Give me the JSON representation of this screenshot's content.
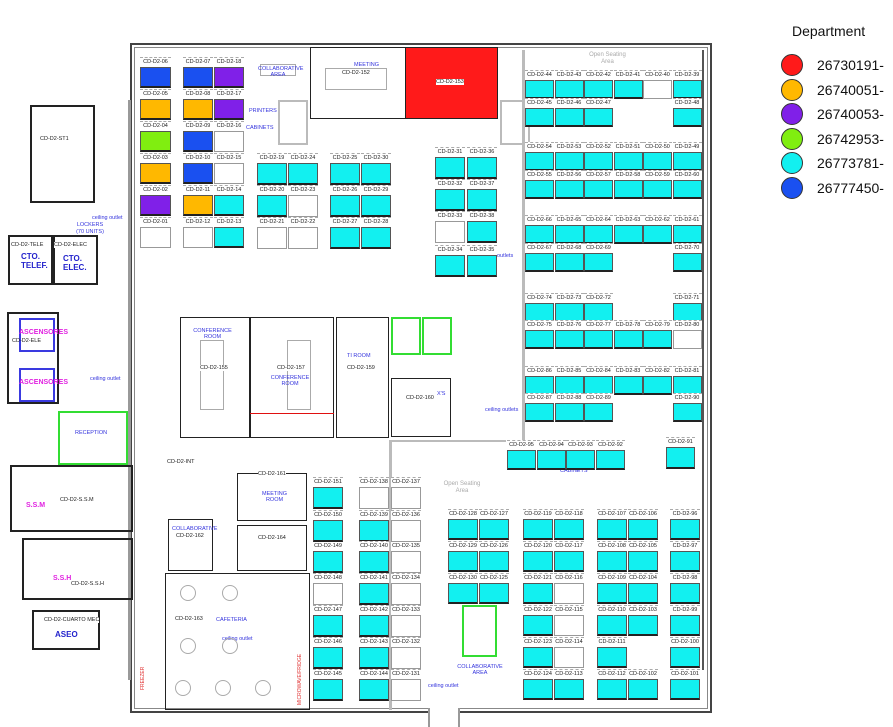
{
  "legend": {
    "title": "Department",
    "items": [
      {
        "code": "26730191-",
        "color": "#ff1a1a"
      },
      {
        "code": "26740051-",
        "color": "#ffb800"
      },
      {
        "code": "26740053-",
        "color": "#8020e8"
      },
      {
        "code": "26742953-",
        "color": "#80ee10"
      },
      {
        "code": "26773781-",
        "color": "#12f0f0"
      },
      {
        "code": "26777450-",
        "color": "#1a50f0"
      }
    ]
  },
  "rooms": {
    "meeting_152": {
      "id": "CD-D2-152",
      "label": "MEETING"
    },
    "room_153": {
      "id": "CD-D2-153",
      "dept": "26730191-"
    },
    "collab_top": "COLLABORATIVE AREA",
    "printers": "PRINTERS",
    "cabinets": "CABINETS",
    "open_seating_top": "Open Seating Area",
    "stair": "CD-D2-ST1",
    "ceiling_outlet": "ceiling outlet",
    "lockers": "LOCKERS (70 UNITS)",
    "tele_id": "CD-D2-TELE",
    "tele_label": "CTO. TELEF.",
    "elec_id": "CD-D2-ELEC",
    "elec_label": "CTO. ELEC.",
    "ascensores": "ASCENSORES",
    "ele_id": "CD-D2-ELE",
    "ceiling_outlet_2": "ceiling outlet",
    "conf_155": {
      "id": "CD-D2-155",
      "label": "CONFERENCE ROOM"
    },
    "conf_157": {
      "id": "CD-D2-157",
      "label": "CONFERENCE ROOM"
    },
    "ti_159": {
      "id": "CD-D2-159",
      "label": "TI ROOM"
    },
    "room_160": {
      "id": "CD-D2-160",
      "label": "X'S"
    },
    "outlets": "outlets",
    "ceiling_outlets": "ceiling outlets",
    "reception": "RECEPTION",
    "int": "CD-D2-INT",
    "ssm_id": "CD-D2-S.S.M",
    "ssm": "S.S.M",
    "ssh_id": "CD-D2-S.S.H",
    "ssh": "S.S.H",
    "cuarto": "CD-D2-CUARTO MEC",
    "aseo": "ASEO",
    "meeting_161": {
      "id": "CD-D2-161",
      "label": "MEETING ROOM"
    },
    "room_164": "CD-D2-164",
    "collab_162": {
      "id": "CD-D2-162",
      "label": "COLLABORATIVE"
    },
    "cafeteria": {
      "id": "CD-D2-163",
      "label": "CAFETERIA"
    },
    "ceiling_outlet_3": "ceiling outlet",
    "freezer": "FREEZER",
    "microwave": "MICROWAVE/FRIDGE",
    "open_seating_bottom": "Open Seating Area",
    "collab_bottom": "COLLABORATIVE AREA",
    "ceiling_outlet_4": "ceiling outlet",
    "cabinets_2": "CABINETS"
  },
  "desks": [
    {
      "label": "CD-D2-01",
      "dept": ""
    },
    {
      "label": "CD-D2-02",
      "dept": "26740053-"
    },
    {
      "label": "CD-D2-03",
      "dept": "26740051-"
    },
    {
      "label": "CD-D2-04",
      "dept": "26742953-"
    },
    {
      "label": "CD-D2-05",
      "dept": "26740051-"
    },
    {
      "label": "CD-D2-06",
      "dept": "26777450-"
    },
    {
      "label": "CD-D2-07",
      "dept": "26777450-"
    },
    {
      "label": "CD-D2-08",
      "dept": "26740051-"
    },
    {
      "label": "CD-D2-09",
      "dept": "26777450-"
    },
    {
      "label": "CD-D2-10",
      "dept": "26777450-"
    },
    {
      "label": "CD-D2-11",
      "dept": "26740051-"
    },
    {
      "label": "CD-D2-12",
      "dept": ""
    },
    {
      "label": "CD-D2-13",
      "dept": "26773781-"
    },
    {
      "label": "CD-D2-14",
      "dept": "26773781-"
    },
    {
      "label": "CD-D2-15",
      "dept": ""
    },
    {
      "label": "CD-D2-16",
      "dept": ""
    },
    {
      "label": "CD-D2-17",
      "dept": "26740053-"
    },
    {
      "label": "CD-D2-18",
      "dept": "26740053-"
    },
    {
      "label": "CD-D2-19",
      "dept": "26773781-"
    },
    {
      "label": "CD-D2-20",
      "dept": "26773781-"
    },
    {
      "label": "CD-D2-21",
      "dept": ""
    },
    {
      "label": "CD-D2-22",
      "dept": ""
    },
    {
      "label": "CD-D2-23",
      "dept": ""
    },
    {
      "label": "CD-D2-24",
      "dept": "26773781-"
    },
    {
      "label": "CD-D2-25",
      "dept": "26773781-"
    },
    {
      "label": "CD-D2-26",
      "dept": "26773781-"
    },
    {
      "label": "CD-D2-27",
      "dept": "26773781-"
    },
    {
      "label": "CD-D2-28",
      "dept": "26773781-"
    },
    {
      "label": "CD-D2-29",
      "dept": "26773781-"
    },
    {
      "label": "CD-D2-30",
      "dept": "26773781-"
    },
    {
      "label": "CD-D2-31",
      "dept": "26773781-"
    },
    {
      "label": "CD-D2-32",
      "dept": "26773781-"
    },
    {
      "label": "CD-D2-33",
      "dept": ""
    },
    {
      "label": "CD-D2-34",
      "dept": "26773781-"
    },
    {
      "label": "CD-D2-35",
      "dept": "26773781-"
    },
    {
      "label": "CD-D2-36",
      "dept": "26773781-"
    },
    {
      "label": "CD-D2-37",
      "dept": "26773781-"
    },
    {
      "label": "CD-D2-38",
      "dept": "26773781-"
    },
    {
      "label": "CD-D2-39",
      "dept": "26773781-"
    },
    {
      "label": "CD-D2-40",
      "dept": ""
    },
    {
      "label": "CD-D2-41",
      "dept": "26773781-"
    },
    {
      "label": "CD-D2-42",
      "dept": "26773781-"
    },
    {
      "label": "CD-D2-43",
      "dept": "26773781-"
    },
    {
      "label": "CD-D2-44",
      "dept": "26773781-"
    },
    {
      "label": "CD-D2-45",
      "dept": "26773781-"
    },
    {
      "label": "CD-D2-46",
      "dept": "26773781-"
    },
    {
      "label": "CD-D2-47",
      "dept": "26773781-"
    },
    {
      "label": "CD-D2-48",
      "dept": "26773781-"
    },
    {
      "label": "CD-D2-49",
      "dept": "26773781-"
    },
    {
      "label": "CD-D2-50",
      "dept": "26773781-"
    },
    {
      "label": "CD-D2-51",
      "dept": "26773781-"
    },
    {
      "label": "CD-D2-52",
      "dept": "26773781-"
    },
    {
      "label": "CD-D2-53",
      "dept": "26773781-"
    },
    {
      "label": "CD-D2-54",
      "dept": "26773781-"
    },
    {
      "label": "CD-D2-55",
      "dept": "26773781-"
    },
    {
      "label": "CD-D2-56",
      "dept": "26773781-"
    },
    {
      "label": "CD-D2-57",
      "dept": "26773781-"
    },
    {
      "label": "CD-D2-58",
      "dept": "26773781-"
    },
    {
      "label": "CD-D2-59",
      "dept": "26773781-"
    },
    {
      "label": "CD-D2-60",
      "dept": "26773781-"
    },
    {
      "label": "CD-D2-61",
      "dept": "26773781-"
    },
    {
      "label": "CD-D2-62",
      "dept": "26773781-"
    },
    {
      "label": "CD-D2-63",
      "dept": "26773781-"
    },
    {
      "label": "CD-D2-64",
      "dept": "26773781-"
    },
    {
      "label": "CD-D2-65",
      "dept": "26773781-"
    },
    {
      "label": "CD-D2-66",
      "dept": "26773781-"
    },
    {
      "label": "CD-D2-67",
      "dept": "26773781-"
    },
    {
      "label": "CD-D2-68",
      "dept": "26773781-"
    },
    {
      "label": "CD-D2-69",
      "dept": "26773781-"
    },
    {
      "label": "CD-D2-70",
      "dept": "26773781-"
    },
    {
      "label": "CD-D2-71",
      "dept": "26773781-"
    },
    {
      "label": "CD-D2-72",
      "dept": "26773781-"
    },
    {
      "label": "CD-D2-73",
      "dept": "26773781-"
    },
    {
      "label": "CD-D2-74",
      "dept": "26773781-"
    },
    {
      "label": "CD-D2-75",
      "dept": "26773781-"
    },
    {
      "label": "CD-D2-76",
      "dept": "26773781-"
    },
    {
      "label": "CD-D2-77",
      "dept": "26773781-"
    },
    {
      "label": "CD-D2-78",
      "dept": "26773781-"
    },
    {
      "label": "CD-D2-79",
      "dept": "26773781-"
    },
    {
      "label": "CD-D2-80",
      "dept": ""
    },
    {
      "label": "CD-D2-81",
      "dept": "26773781-"
    },
    {
      "label": "CD-D2-82",
      "dept": "26773781-"
    },
    {
      "label": "CD-D2-83",
      "dept": "26773781-"
    },
    {
      "label": "CD-D2-84",
      "dept": "26773781-"
    },
    {
      "label": "CD-D2-85",
      "dept": "26773781-"
    },
    {
      "label": "CD-D2-86",
      "dept": "26773781-"
    },
    {
      "label": "CD-D2-87",
      "dept": "26773781-"
    },
    {
      "label": "CD-D2-88",
      "dept": "26773781-"
    },
    {
      "label": "CD-D2-89",
      "dept": "26773781-"
    },
    {
      "label": "CD-D2-90",
      "dept": "26773781-"
    },
    {
      "label": "CD-D2-91",
      "dept": "26773781-"
    },
    {
      "label": "CD-D2-92",
      "dept": "26773781-"
    },
    {
      "label": "CD-D2-93",
      "dept": "26773781-"
    },
    {
      "label": "CD-D2-94",
      "dept": "26773781-"
    },
    {
      "label": "CD-D2-95",
      "dept": "26773781-"
    },
    {
      "label": "CD-D2-96",
      "dept": "26773781-"
    },
    {
      "label": "CD-D2-97",
      "dept": "26773781-"
    },
    {
      "label": "CD-D2-98",
      "dept": "26773781-"
    },
    {
      "label": "CD-D2-99",
      "dept": "26773781-"
    },
    {
      "label": "CD-D2-100",
      "dept": "26773781-"
    },
    {
      "label": "CD-D2-101",
      "dept": "26773781-"
    },
    {
      "label": "CD-D2-102",
      "dept": "26773781-"
    },
    {
      "label": "CD-D2-103",
      "dept": "26773781-"
    },
    {
      "label": "CD-D2-104",
      "dept": "26773781-"
    },
    {
      "label": "CD-D2-105",
      "dept": "26773781-"
    },
    {
      "label": "CD-D2-106",
      "dept": "26773781-"
    },
    {
      "label": "CD-D2-107",
      "dept": "26773781-"
    },
    {
      "label": "CD-D2-108",
      "dept": "26773781-"
    },
    {
      "label": "CD-D2-109",
      "dept": "26773781-"
    },
    {
      "label": "CD-D2-110",
      "dept": "26773781-"
    },
    {
      "label": "CD-D2-111",
      "dept": "26773781-"
    },
    {
      "label": "CD-D2-112",
      "dept": "26773781-"
    },
    {
      "label": "CD-D2-113",
      "dept": "26773781-"
    },
    {
      "label": "CD-D2-114",
      "dept": ""
    },
    {
      "label": "CD-D2-115",
      "dept": ""
    },
    {
      "label": "CD-D2-116",
      "dept": ""
    },
    {
      "label": "CD-D2-117",
      "dept": "26773781-"
    },
    {
      "label": "CD-D2-118",
      "dept": "26773781-"
    },
    {
      "label": "CD-D2-119",
      "dept": "26773781-"
    },
    {
      "label": "CD-D2-120",
      "dept": "26773781-"
    },
    {
      "label": "CD-D2-121",
      "dept": "26773781-"
    },
    {
      "label": "CD-D2-122",
      "dept": "26773781-"
    },
    {
      "label": "CD-D2-123",
      "dept": "26773781-"
    },
    {
      "label": "CD-D2-124",
      "dept": "26773781-"
    },
    {
      "label": "CD-D2-125",
      "dept": "26773781-"
    },
    {
      "label": "CD-D2-126",
      "dept": "26773781-"
    },
    {
      "label": "CD-D2-127",
      "dept": "26773781-"
    },
    {
      "label": "CD-D2-128",
      "dept": "26773781-"
    },
    {
      "label": "CD-D2-129",
      "dept": "26773781-"
    },
    {
      "label": "CD-D2-130",
      "dept": "26773781-"
    },
    {
      "label": "CD-D2-131",
      "dept": ""
    },
    {
      "label": "CD-D2-132",
      "dept": ""
    },
    {
      "label": "CD-D2-133",
      "dept": ""
    },
    {
      "label": "CD-D2-134",
      "dept": ""
    },
    {
      "label": "CD-D2-135",
      "dept": ""
    },
    {
      "label": "CD-D2-136",
      "dept": ""
    },
    {
      "label": "CD-D2-137",
      "dept": ""
    },
    {
      "label": "CD-D2-138",
      "dept": ""
    },
    {
      "label": "CD-D2-139",
      "dept": "26773781-"
    },
    {
      "label": "CD-D2-140",
      "dept": "26773781-"
    },
    {
      "label": "CD-D2-141",
      "dept": "26773781-"
    },
    {
      "label": "CD-D2-142",
      "dept": "26773781-"
    },
    {
      "label": "CD-D2-143",
      "dept": "26773781-"
    },
    {
      "label": "CD-D2-144",
      "dept": "26773781-"
    },
    {
      "label": "CD-D2-145",
      "dept": "26773781-"
    },
    {
      "label": "CD-D2-146",
      "dept": "26773781-"
    },
    {
      "label": "CD-D2-147",
      "dept": "26773781-"
    },
    {
      "label": "CD-D2-148",
      "dept": ""
    },
    {
      "label": "CD-D2-149",
      "dept": "26773781-"
    },
    {
      "label": "CD-D2-150",
      "dept": "26773781-"
    },
    {
      "label": "CD-D2-151",
      "dept": "26773781-"
    }
  ]
}
